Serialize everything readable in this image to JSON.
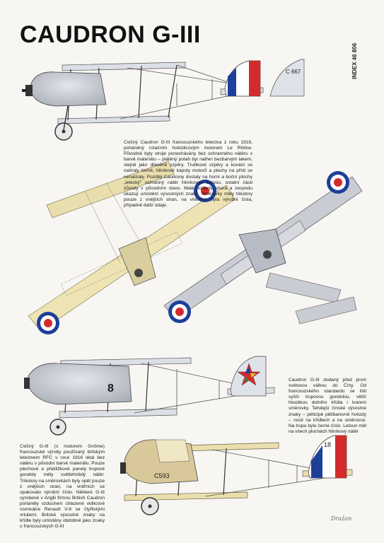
{
  "title": "CAUDRON G-III",
  "index_code": "INDEX 46 806",
  "serials": {
    "rear_tail": "C 667",
    "chinese_fuselage": "8",
    "british_fuselage": "C593",
    "british_rudder": "18"
  },
  "paragraphs": {
    "french": "Cvičný Caudron G-III francouzského letectva z roku 1916, poháněný rotačním hvězdicovým motorem Le Rhône. Původně byly stroje ponechávány bez ochranného nátěru v barvě materiálu – plátěný potah byl natřen bezbarvým lakem, stejně jako dřevěné vzpěry. Trubkové vzpěry a kování se natíraly černě, hliníkové kapoty motorů a plechy na přídi se nenatíraly. Později Caudrony dostaly na horní a boční plochy „letecký“ ochranný nátěr hliníkovou barvou, ostatní části zůstaly v původním stavu. Malé pohledy shora a zespodu ukazují umístění výsostných znaků. Směrovky měly trikolory pouze z vnějších stran, na vnitřních byla výrobní čísla, případně další údaje.",
    "chinese": "Caudron G-III dodaný před první světovou válkou do Číny. Od francouzského standardu se lišil vyšší trupovou gondolou, větší hloubkou dolního křídla i tvarem směrovky. Tehdejší čínské výsostné znaky – pěticípé pětibarevné hvězdy – nosil na křídlech a na směrovce. Na trupu bylo černé číslo. Letoun měl na všech plochách hliníkový nátěr",
    "british": "Cvičný G-III (s motorem Gnôme) francouzské výroby používaný britským letectvem RFC v roce 1916 létal bez nátěru v původní barvě materiálu. Pouze plechové a překližkové panely trupové gondoly měly světlehnědý nátěr. Trikolory na směrovkách byly opět pouze z vnějších stran, na vnitřních se opakovalo výrobní číslo. Některé G-III vyrobené v Anglii firmou British Caudron poháněly vzduchem chlazené vidlicové osmiválce Renault V-8 se čtyřlistými vrtulemi. Britské výsostné znaky na křídle byly umístěny obdobně jako znaky u francouzských G-III"
  },
  "signature": "Dražan",
  "colors": {
    "paper": "#f7f6f3",
    "aluminium": "#c9ccd3",
    "linen": "#e9dfae",
    "fr_blue": "#1d3f9a",
    "fr_red": "#d22b2b",
    "tan": "#d8c89a"
  }
}
